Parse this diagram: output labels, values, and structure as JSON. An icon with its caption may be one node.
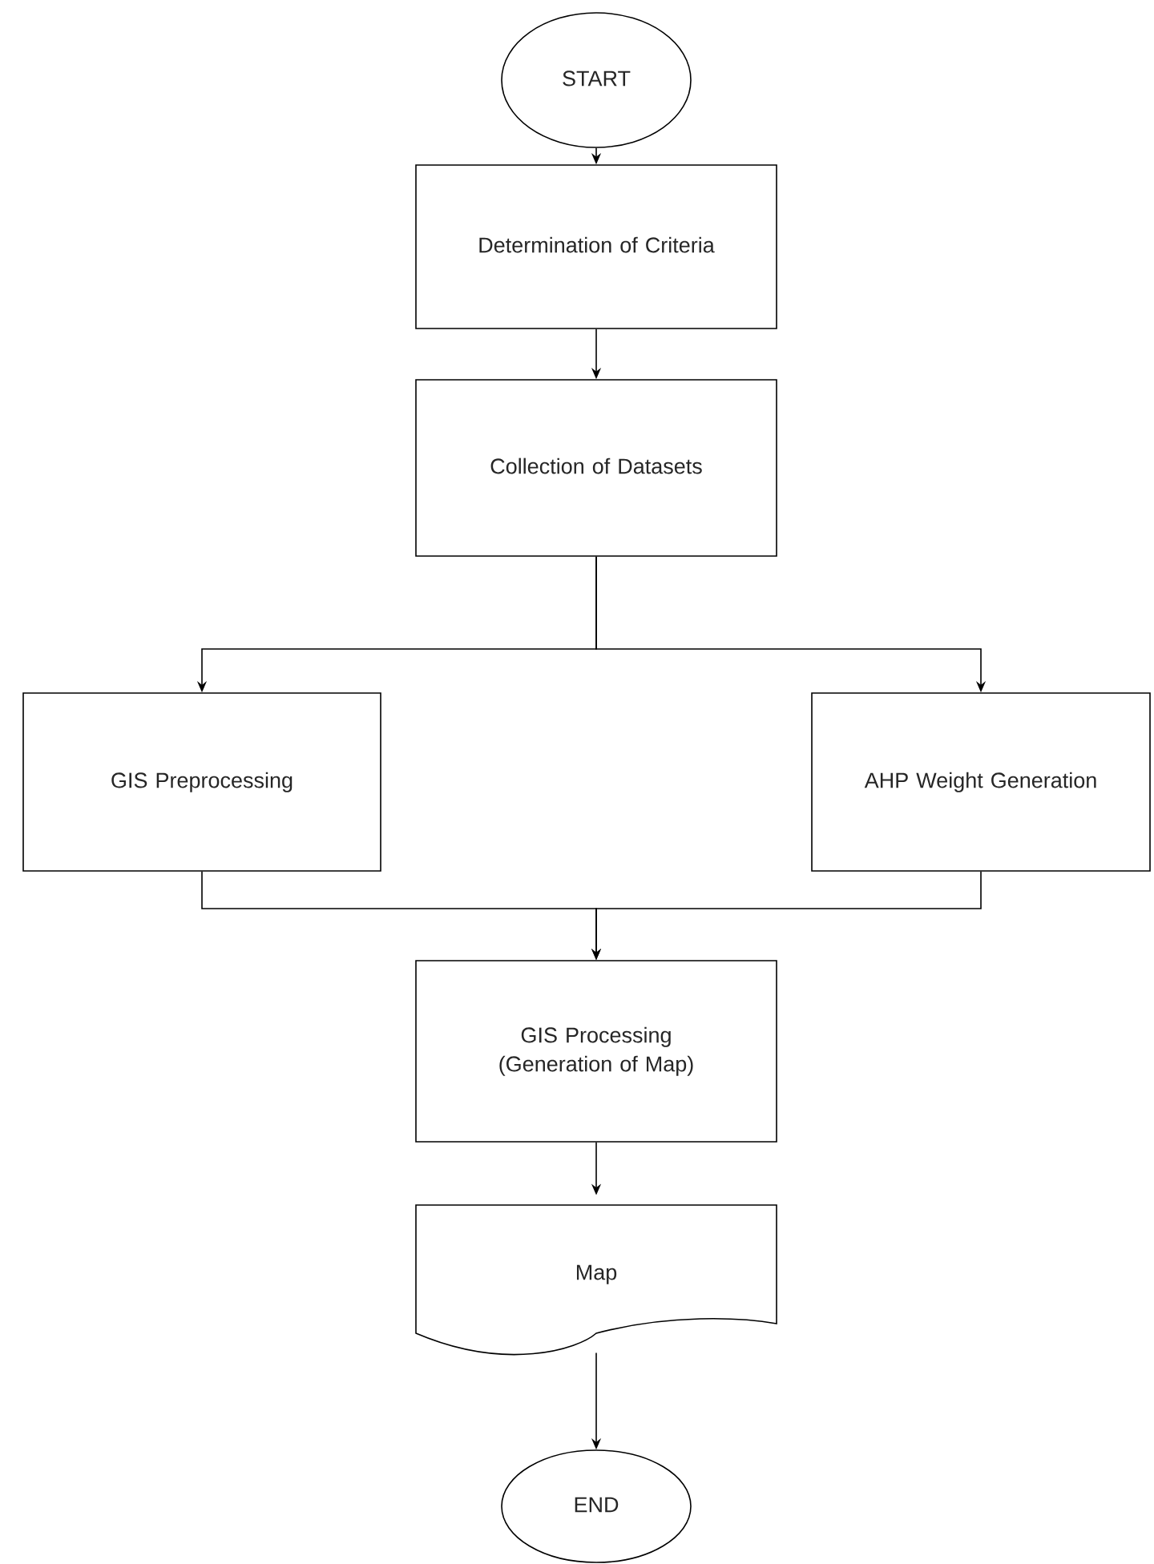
{
  "diagram": {
    "nodes": [
      {
        "text": [
          "START"
        ]
      },
      {
        "text": [
          "Determination of Criteria"
        ]
      },
      {
        "text": [
          "Collection of Datasets"
        ]
      },
      {
        "text": [
          "GIS Preprocessing"
        ]
      },
      {
        "text": [
          "AHP Weight Generation"
        ]
      },
      {
        "text": [
          "GIS Processing",
          "(Generation of Map)"
        ]
      },
      {
        "text": [
          "Map"
        ]
      },
      {
        "text": [
          "END"
        ]
      }
    ],
    "edges": [
      {
        "from": 0,
        "to": 1,
        "arrow": "to"
      },
      {
        "from": 1,
        "to": 2,
        "arrow": "to"
      },
      {
        "from": 2,
        "to": 3,
        "arrow": "to"
      },
      {
        "from": 2,
        "to": 4,
        "arrow": "to"
      },
      {
        "from": 3,
        "to": 5,
        "arrow": "to"
      },
      {
        "from": 4,
        "to": 5,
        "arrow": "to"
      },
      {
        "from": 5,
        "to": 6,
        "arrow": "to"
      },
      {
        "from": 6,
        "to": 7,
        "arrow": "to"
      }
    ]
  }
}
